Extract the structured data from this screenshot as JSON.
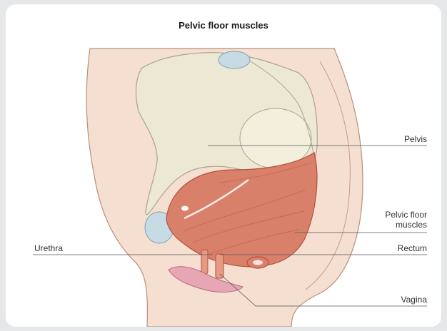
{
  "title": "Pelvic floor muscles",
  "labels": {
    "pelvis": "Pelvis",
    "pelvic_floor_line1": "Pelvic floor",
    "pelvic_floor_line2": "muscles",
    "urethra": "Urethra",
    "rectum": "Rectum",
    "vagina": "Vagina"
  },
  "colors": {
    "page_background": "#e6e7e8",
    "card": "#ffffff",
    "skin": "#f4dfd0",
    "bone": "#ece8d4",
    "muscle": "#d9806a",
    "muscle_dark": "#b44f3a",
    "tissue_pink": "#e7a6b4",
    "cartilage_blue": "#c7dbe4"
  }
}
